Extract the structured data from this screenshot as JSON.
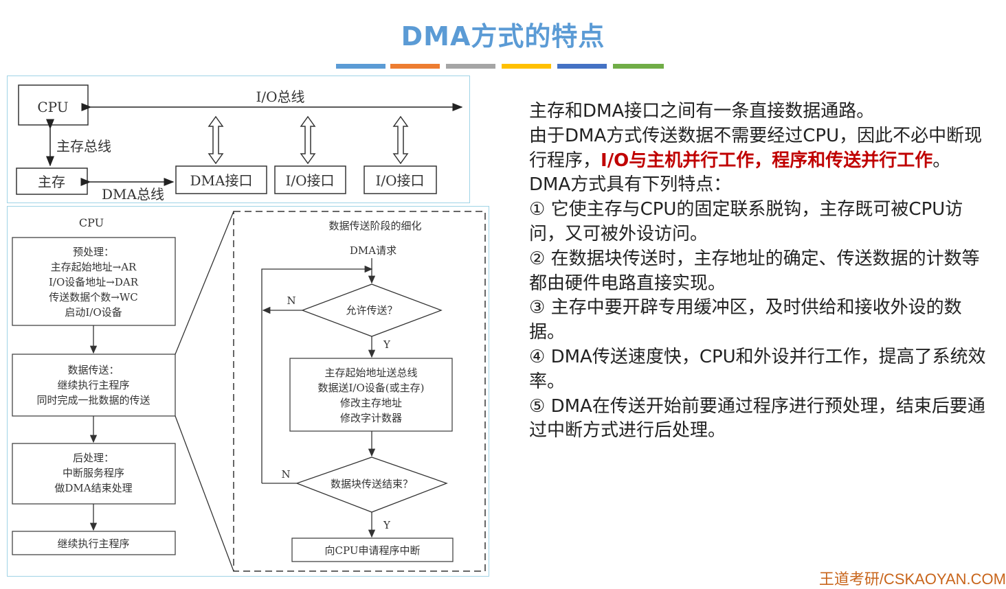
{
  "title": "DMA方式的特点",
  "colors": {
    "title": "#5b9bd5",
    "highlight": "#c00000",
    "bar": [
      "#5b9bd5",
      "#ed7d31",
      "#a5a5a5",
      "#ffc000",
      "#4472c4",
      "#70ad47"
    ]
  },
  "top_diagram": {
    "cpu": "CPU",
    "io_bus": "I/O总线",
    "main_bus": "主存总线",
    "memory": "主存",
    "dma_bus": "DMA总线",
    "dma_interface": "DMA接口",
    "io_interface_1": "I/O接口",
    "io_interface_2": "I/O接口"
  },
  "flow_left": {
    "cpu_label": "CPU",
    "box1": [
      "预处理：",
      "主存起始地址→AR",
      "I/O设备地址→DAR",
      "传送数据个数→WC",
      "启动I/O设备"
    ],
    "box2": [
      "数据传送：",
      "继续执行主程序",
      "同时完成一批数据的传送"
    ],
    "box3": [
      "后处理：",
      "中断服务程序",
      "做DMA结束处理"
    ],
    "box4": "继续执行主程序"
  },
  "flow_right": {
    "title": "数据传送阶段的细化",
    "dma_request": "DMA请求",
    "diamond1": "允许传送？",
    "n1": "N",
    "y1": "Y",
    "process": [
      "主存起始地址送总线",
      "数据送I/O设备(或主存)",
      "修改主存地址",
      "修改字计数器"
    ],
    "diamond2": "数据块传送结束？",
    "n2": "N",
    "y2": "Y",
    "end_box": "向CPU申请程序中断"
  },
  "text": {
    "p1": "主存和DMA接口之间有一条直接数据通路。",
    "p2a": "由于DMA方式传送数据不需要经过CPU，因此不必中断现行程序，",
    "p2b": "I/O与主机并行工作，程序和传送并行工作",
    "p2c": "。",
    "p3": "DMA方式具有下列特点：",
    "p4": "① 它使主存与CPU的固定联系脱钩，主存既可被CPU访问，又可被外设访问。",
    "p5": "② 在数据块传送时，主存地址的确定、传送数据的计数等都由硬件电路直接实现。",
    "p6": "③ 主存中要开辟专用缓冲区，及时供给和接收外设的数据。",
    "p7": "④ DMA传送速度快，CPU和外设并行工作，提高了系统效率。",
    "p8": "⑤ DMA在传送开始前要通过程序进行预处理，结束后要通过中断方式进行后处理。"
  },
  "footer": "王道考研/CSKAOYAN.COM"
}
